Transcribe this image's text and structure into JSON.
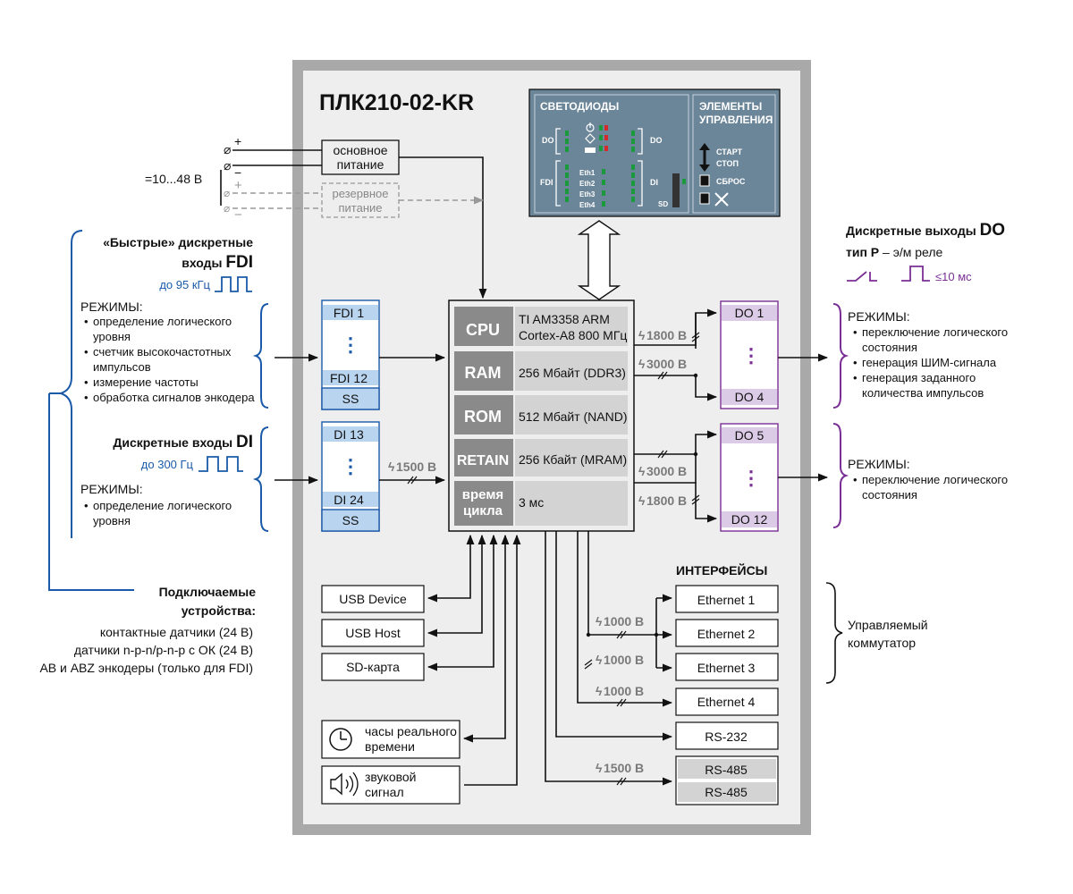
{
  "plc": {
    "title": "ПЛК210-02-KR",
    "cpu": {
      "rows": [
        {
          "key": "CPU",
          "value1": "TI AM3358 ARM",
          "value2": "Cortex-A8 800 МГц"
        },
        {
          "key": "RAM",
          "value1": "256 Мбайт (DDR3)"
        },
        {
          "key": "ROM",
          "value1": "512 Мбайт (NAND)"
        },
        {
          "key": "RETAIN",
          "value1": "256 Кбайт (MRAM)"
        },
        {
          "key": "время",
          "key2": "цикла",
          "value1": "3 мс"
        }
      ]
    },
    "power": {
      "voltage": "=10...48 В",
      "main": [
        "основное",
        "питание"
      ],
      "reserve": [
        "резервное",
        "питание"
      ],
      "plus": "+",
      "minus": "−"
    },
    "leds_panel": {
      "title": "СВЕТОДИОДЫ",
      "labels": {
        "do": "DO",
        "fdi": "FDI",
        "di": "DI",
        "sd": "SD"
      },
      "eth": [
        "Eth1",
        "Eth2",
        "Eth3",
        "Eth4"
      ],
      "controls_title": [
        "ЭЛЕМЕНТЫ",
        "УПРАВЛЕНИЯ"
      ],
      "start_stop": [
        "СТАРТ",
        "СТОП"
      ],
      "reset": "СБРОС",
      "led_green": "#1a9a3c",
      "led_red": "#d42a2a"
    },
    "fdi_block": {
      "top": "FDI 1",
      "bottom": "FDI 12",
      "ss": "SS",
      "dots": "⋮"
    },
    "di_block": {
      "top": "DI 13",
      "bottom": "DI 24",
      "ss": "SS",
      "dots": "⋮"
    },
    "do_block1": {
      "top": "DO 1",
      "bottom": "DO 4",
      "dots": "⋮"
    },
    "do_block2": {
      "top": "DO 5",
      "bottom": "DO 12",
      "dots": "⋮"
    },
    "isolation": {
      "v1500": "1500 В",
      "v1800": "1800 В",
      "v3000": "3000 В",
      "v1000": "1000 В"
    },
    "peripherals": {
      "usb_device": "USB Device",
      "usb_host": "USB Host",
      "sd": "SD-карта",
      "rtc": [
        "часы реального",
        "времени"
      ],
      "buzzer": [
        "звуковой",
        "сигнал"
      ]
    },
    "interfaces": {
      "title": "ИНТЕРФЕЙСЫ",
      "ports": [
        "Ethernet 1",
        "Ethernet 2",
        "Ethernet 3",
        "Ethernet 4",
        "RS-232",
        "RS-485",
        "RS-485"
      ],
      "switch_label": [
        "Управляемый",
        "коммутатор"
      ]
    }
  },
  "left": {
    "fdi": {
      "title1": "«Быстрые» дискретные",
      "title2a": "входы ",
      "title2b": "FDI",
      "freq": "до 95 кГц",
      "modes_title": "РЕЖИМЫ:",
      "modes": [
        "определение логического",
        "уровня",
        "счетчик высокочастотных",
        "импульсов",
        "измерение частоты",
        "обработка сигналов энкодера"
      ]
    },
    "di": {
      "title_a": "Дискретные входы ",
      "title_b": "DI",
      "freq": "до 300 Гц",
      "modes_title": "РЕЖИМЫ:",
      "modes": [
        "определение логического",
        "уровня"
      ]
    },
    "devices": {
      "title1": "Подключаемые",
      "title2": "устройства:",
      "items": [
        "контактные датчики (24 В)",
        "датчики n-p-n/p-n-p с ОК (24 В)",
        "АВ и ABZ энкодеры (только для FDI)"
      ]
    }
  },
  "right": {
    "do": {
      "title_a": "Дискретные выходы ",
      "title_b": "DO",
      "type_a": "тип Р",
      "type_b": " – э/м реле",
      "pulse": "≤10 мс",
      "modes1_title": "РЕЖИМЫ:",
      "modes1": [
        "переключение логического",
        "состояния",
        "генерация ШИМ-сигнала",
        "генерация заданного",
        "количества импульсов"
      ],
      "modes2_title": "РЕЖИМЫ:",
      "modes2": [
        "переключение логического",
        "состояния"
      ]
    }
  },
  "colors": {
    "frame": "#a9a9a9",
    "panel": "#eeeeee",
    "cpu_key": "#8a8a8a",
    "cpu_val": "#d3d3d3",
    "led_panel": "#6b8599",
    "blue_box": "#b9d4ef",
    "blue": "#1a5aa8",
    "purple_box": "#dccbe6",
    "purple": "#7a2f95"
  }
}
